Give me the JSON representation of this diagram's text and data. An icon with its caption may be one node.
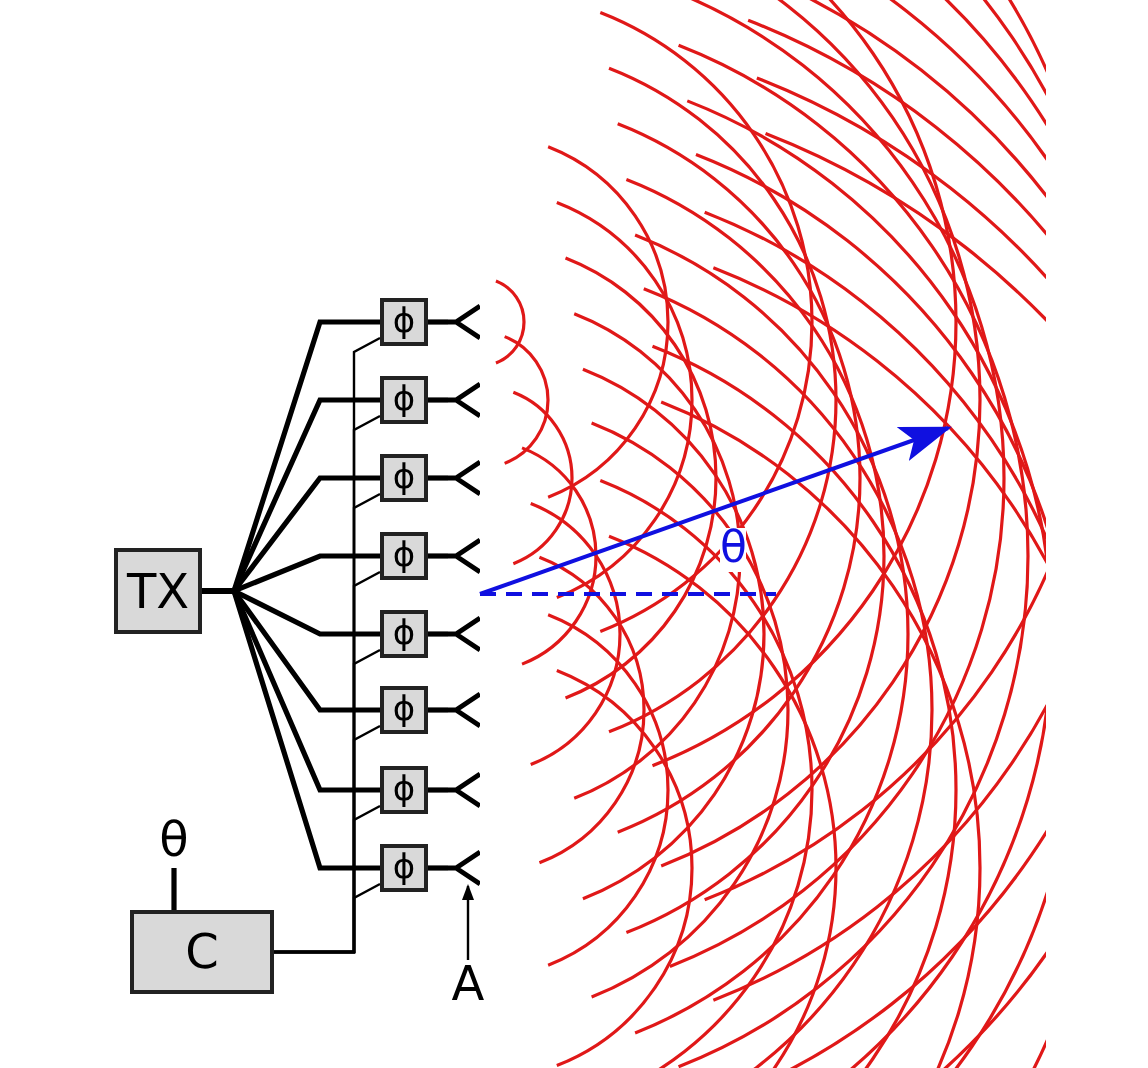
{
  "diagram": {
    "nodes": [
      {
        "text": [
          "TX"
        ]
      },
      {
        "text": [
          "ϕ"
        ]
      },
      {
        "text": [
          "ϕ"
        ]
      },
      {
        "text": [
          "ϕ"
        ]
      },
      {
        "text": [
          "ϕ"
        ]
      },
      {
        "text": [
          "ϕ"
        ]
      },
      {
        "text": [
          "ϕ"
        ]
      },
      {
        "text": [
          "ϕ"
        ]
      },
      {
        "text": [
          "ϕ"
        ]
      },
      {
        "text": [
          "C"
        ]
      },
      {
        "text": [
          "θ"
        ]
      },
      {
        "text": [],
        "shape": "antenna"
      },
      {
        "text": [],
        "shape": "antenna"
      },
      {
        "text": [],
        "shape": "antenna"
      },
      {
        "text": [],
        "shape": "antenna"
      },
      {
        "text": [],
        "shape": "antenna"
      },
      {
        "text": [],
        "shape": "antenna"
      },
      {
        "text": [],
        "shape": "antenna"
      },
      {
        "text": [],
        "shape": "antenna"
      },
      {
        "text": [
          "A"
        ]
      }
    ],
    "edges": [
      {
        "from": 0,
        "to": 1,
        "arrow": "none"
      },
      {
        "from": 0,
        "to": 2,
        "arrow": "none"
      },
      {
        "from": 0,
        "to": 3,
        "arrow": "none"
      },
      {
        "from": 0,
        "to": 4,
        "arrow": "none"
      },
      {
        "from": 0,
        "to": 5,
        "arrow": "none"
      },
      {
        "from": 0,
        "to": 6,
        "arrow": "none"
      },
      {
        "from": 0,
        "to": 7,
        "arrow": "none"
      },
      {
        "from": 0,
        "to": 8,
        "arrow": "none"
      },
      {
        "from": 1,
        "to": 11,
        "arrow": "none"
      },
      {
        "from": 2,
        "to": 12,
        "arrow": "none"
      },
      {
        "from": 3,
        "to": 13,
        "arrow": "none"
      },
      {
        "from": 4,
        "to": 14,
        "arrow": "none"
      },
      {
        "from": 5,
        "to": 15,
        "arrow": "none"
      },
      {
        "from": 6,
        "to": 16,
        "arrow": "none"
      },
      {
        "from": 7,
        "to": 17,
        "arrow": "none"
      },
      {
        "from": 8,
        "to": 18,
        "arrow": "none"
      },
      {
        "from": 9,
        "to": 1,
        "arrow": "none"
      },
      {
        "from": 9,
        "to": 2,
        "arrow": "none"
      },
      {
        "from": 9,
        "to": 3,
        "arrow": "none"
      },
      {
        "from": 9,
        "to": 4,
        "arrow": "none"
      },
      {
        "from": 9,
        "to": 5,
        "arrow": "none"
      },
      {
        "from": 9,
        "to": 6,
        "arrow": "none"
      },
      {
        "from": 9,
        "to": 7,
        "arrow": "none"
      },
      {
        "from": 9,
        "to": 8,
        "arrow": "none"
      },
      {
        "from": 10,
        "to": 9,
        "arrow": "none"
      },
      {
        "from": 19,
        "to": 18,
        "arrow": "to"
      }
    ],
    "labels": [
      "θ"
    ]
  }
}
